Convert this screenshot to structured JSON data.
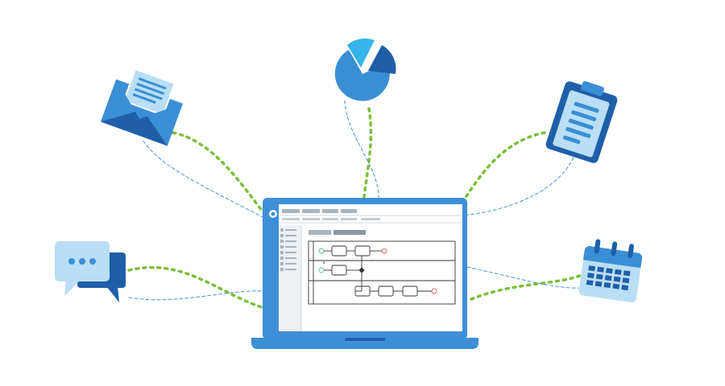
{
  "colors": {
    "background": "#ffffff",
    "laptop_blue": "#3d8fd6",
    "laptop_dark": "#1f5fa8",
    "icon_light": "#b9def5",
    "icon_mid": "#3a8fd4",
    "icon_dark": "#1f5fa8",
    "connector_green": "#7bbf3a",
    "connector_blue": "#4a90d9",
    "screen_gray": "#a9b4bd",
    "start_node_green": "#5ac48b",
    "end_node_red": "#e05a5a"
  },
  "icons": {
    "email": "envelope-icon",
    "chart": "pie-chart-icon",
    "clipboard": "clipboard-icon",
    "chat": "chat-bubbles-icon",
    "calendar": "calendar-icon",
    "app_logo": "app-logo-icon"
  },
  "laptop": {
    "app_name": "",
    "workflow": {
      "lanes": 3,
      "start_node": "start-node",
      "end_node": "end-node"
    }
  }
}
